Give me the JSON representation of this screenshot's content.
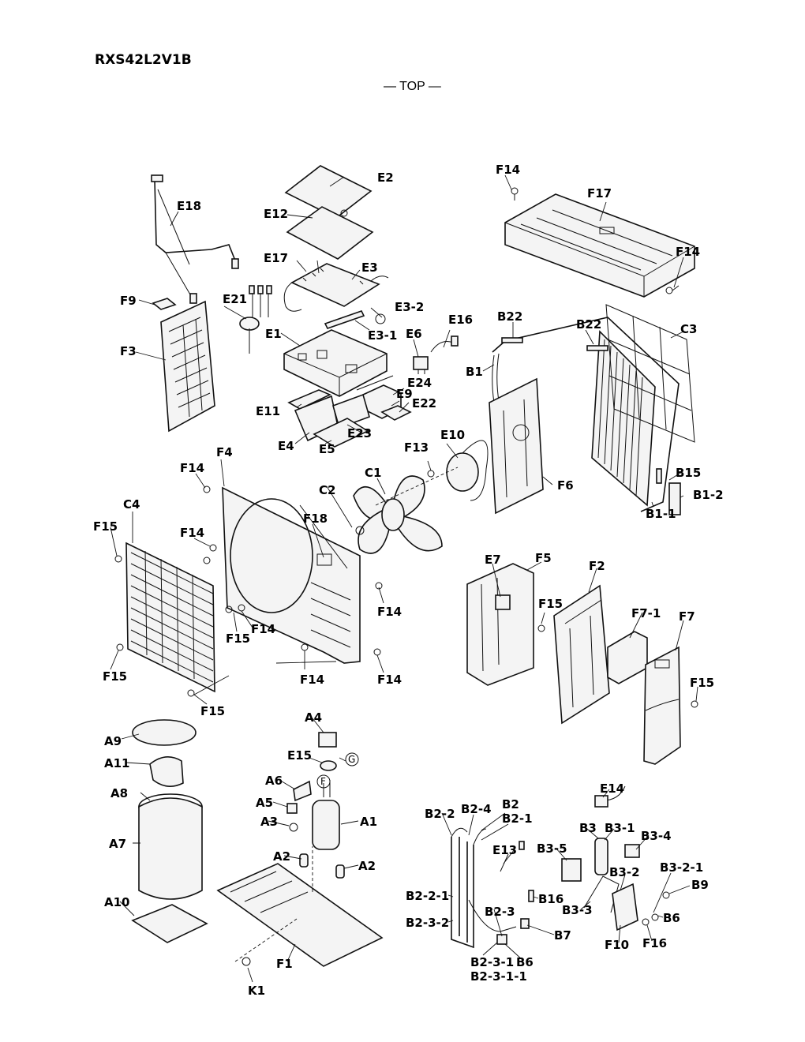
{
  "model": "RXS42L2V1B",
  "view": "— TOP —",
  "labels": {
    "E2": "E2",
    "E12": "E12",
    "E17": "E17",
    "E3": "E3",
    "E3_2": "E3-2",
    "E3_1": "E3-1",
    "E1": "E1",
    "E6": "E6",
    "E16": "E16",
    "E24": "E24",
    "E9": "E9",
    "E22": "E22",
    "E11": "E11",
    "E23": "E23",
    "E4": "E4",
    "E5": "E5",
    "E18": "E18",
    "E21": "E21",
    "F9": "F9",
    "F3": "F3",
    "F14_a": "F14",
    "F17": "F17",
    "F14_b": "F14",
    "B22_a": "B22",
    "B22_b": "B22",
    "C3": "C3",
    "B1": "B1",
    "E10": "E10",
    "F13": "F13",
    "C1": "C1",
    "F6": "F6",
    "B15": "B15",
    "B1_2": "B1-2",
    "B1_1": "B1-1",
    "F4": "F4",
    "F14_c": "F14",
    "C4": "C4",
    "C2": "C2",
    "F18": "F18",
    "F15_a": "F15",
    "F14_d": "F14",
    "F14_e": "F14",
    "F15_b": "F15",
    "F14_f": "F14",
    "F15_c": "F15",
    "F14_g": "F14",
    "F14_h": "F14",
    "F15_d": "F15",
    "E7": "E7",
    "F5": "F5",
    "F2": "F2",
    "F15_e": "F15",
    "F7_1": "F7-1",
    "F7": "F7",
    "F15_f": "F15",
    "A4": "A4",
    "A9": "A9",
    "E15": "E15",
    "G": "G",
    "A11": "A11",
    "F": "F",
    "A6": "A6",
    "A8": "A8",
    "A5": "A5",
    "A1": "A1",
    "A3": "A3",
    "A7": "A7",
    "A2_a": "A2",
    "A2_b": "A2",
    "A10": "A10",
    "F1": "F1",
    "K1": "K1",
    "E14": "E14",
    "B2_2": "B2-2",
    "B2_4": "B2-4",
    "B2": "B2",
    "B2_1": "B2-1",
    "B3": "B3",
    "B3_1": "B3-1",
    "B3_4": "B3-4",
    "E13": "E13",
    "B3_5": "B3-5",
    "B3_2": "B3-2",
    "B3_2_1": "B3-2-1",
    "B9": "B9",
    "B2_2_1": "B2-2-1",
    "B16": "B16",
    "B3_3": "B3-3",
    "B6_a": "B6",
    "B2_3": "B2-3",
    "B2_3_2": "B2-3-2",
    "B7": "B7",
    "F10": "F10",
    "F16": "F16",
    "B2_3_1": "B2-3-1",
    "B6_b": "B6",
    "B2_3_1_1": "B2-3-1-1"
  }
}
